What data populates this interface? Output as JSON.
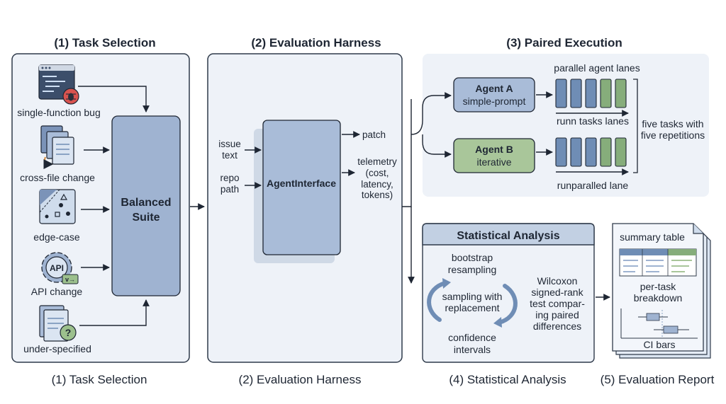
{
  "titles": {
    "task_selection": "(1) Task Selection",
    "evaluation_harness": "(2) Evaluation Harness",
    "paired_execution": "(3) Paired Execution"
  },
  "footers": {
    "task_selection": "(1) Task Selection",
    "evaluation_harness": "(2) Evaluation Harness",
    "statistical_analysis": "(4) Statistical Analysis",
    "evaluation_report": "(5) Evaluation Report"
  },
  "task_selection": {
    "categories": [
      {
        "label": "single-function bug",
        "icon": "code-window-bug-icon"
      },
      {
        "label": "cross-file change",
        "icon": "file-stack-icon"
      },
      {
        "label": "edge-case",
        "icon": "scatter-shapes-icon"
      },
      {
        "label": "API change",
        "icon": "api-gear-icon"
      },
      {
        "label": "under-specified",
        "icon": "document-question-icon"
      }
    ],
    "suite_line1": "Balanced",
    "suite_line2": "Suite"
  },
  "harness": {
    "input_issue_line1": "issue",
    "input_issue_line2": "text",
    "input_repo_line1": "repo",
    "input_repo_line2": "path",
    "agent_interface": "AgentInterface",
    "output_patch": "patch",
    "telemetry": [
      "telemetry",
      "(cost,",
      "latency,",
      "tokens)"
    ]
  },
  "paired_execution": {
    "agent_a_name": "Agent A",
    "agent_a_desc": "simple-prompt",
    "agent_b_name": "Agent B",
    "agent_b_desc": "iterative",
    "lanes_label": "parallel agent lanes",
    "lane_a_caption": "runn tasks lanes",
    "lane_b_caption": "run​paralled lane",
    "summary_line1": "five tasks with",
    "summary_line2": "five repetitions"
  },
  "statistical_analysis": {
    "header": "Statistical Analysis",
    "bootstrap_line1": "bootstrap",
    "bootstrap_line2": "resampling",
    "sampling_line1": "sampling with",
    "sampling_line2": "replacement",
    "confidence_line1": "confidence",
    "confidence_line2": "intervals",
    "wilcoxon": [
      "Wilcoxon",
      "signed-rank",
      "test compar-",
      "ing paired",
      "differences"
    ]
  },
  "report": {
    "summary_table": "summary table",
    "per_task_line1": "per-task",
    "per_task_line2": "breakdown",
    "ci_bars": "CI bars"
  },
  "colors": {
    "panel_fill": "#eef2f8",
    "panel_stroke": "#2f3a4a",
    "suite_fill": "#9fb3d1",
    "agent_a_fill": "#a9bcd8",
    "agent_b_fill": "#a9c69a",
    "lane_blue": "#6f8db5",
    "lane_green": "#86ad7b",
    "bug_red": "#d9534f"
  }
}
